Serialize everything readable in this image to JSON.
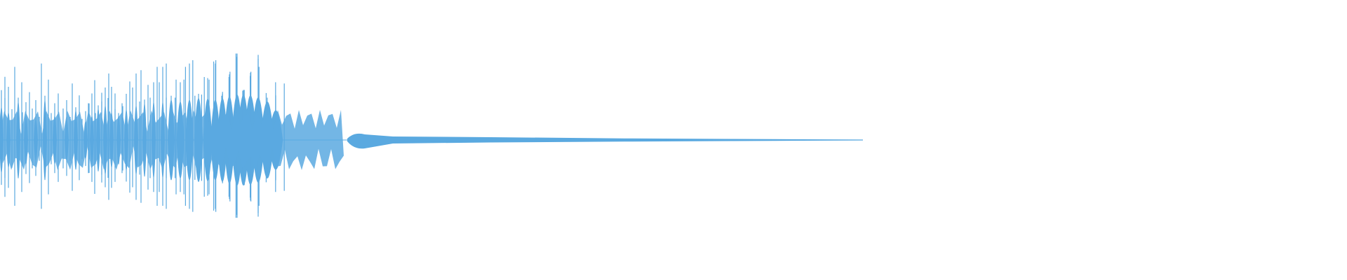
{
  "waveform": {
    "color": "#5aa9e0",
    "background": "#ffffff",
    "style": "amplitude envelope (mirrored)",
    "shape": "dense percussive bursts with rising peak amplitude, then abrupt decay to a near-flat tail",
    "peak_count": 34,
    "burst_section_end_fraction": 0.25,
    "signal_end_fraction": 0.64,
    "max_amplitude_fraction": 0.9
  }
}
